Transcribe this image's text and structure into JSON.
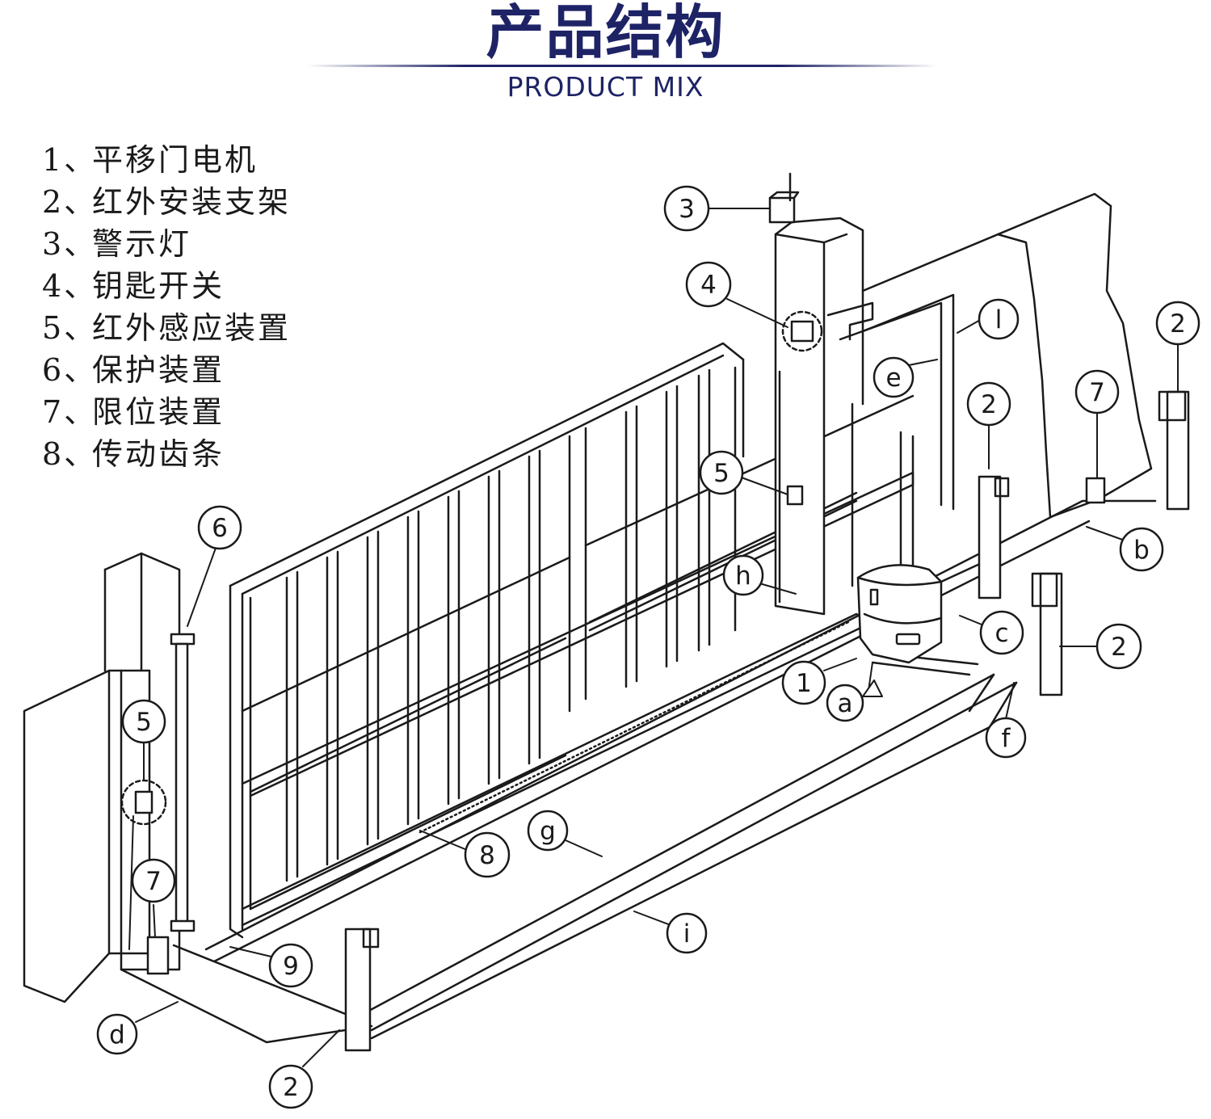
{
  "header": {
    "title": "产品结构",
    "subtitle": "PRODUCT MIX"
  },
  "legend": [
    {
      "num": "1、",
      "label": "平移门电机"
    },
    {
      "num": "2、",
      "label": "红外安装支架"
    },
    {
      "num": "3、",
      "label": "警示灯"
    },
    {
      "num": "4、",
      "label": "钥匙开关"
    },
    {
      "num": "5、",
      "label": "红外感应装置"
    },
    {
      "num": "6、",
      "label": "保护装置"
    },
    {
      "num": "7、",
      "label": "限位装置"
    },
    {
      "num": "8、",
      "label": "传动齿条"
    }
  ],
  "callouts": {
    "c3": "3",
    "c4": "4",
    "c_l": "l",
    "c2_far": "2",
    "c_e": "e",
    "c2_mid": "2",
    "c7_right": "7",
    "c5_mid": "5",
    "c_h": "h",
    "c_b": "b",
    "c_c": "c",
    "c2_right": "2",
    "c1": "1",
    "c_a": "a",
    "c_f": "f",
    "c6": "6",
    "c5_left": "5",
    "c_g": "g",
    "c8": "8",
    "c7_left": "7",
    "c_i": "i",
    "c9": "9",
    "c_d": "d",
    "c2_bottom": "2"
  },
  "colors": {
    "title": "#1e2366",
    "line": "#1a1a1a"
  }
}
